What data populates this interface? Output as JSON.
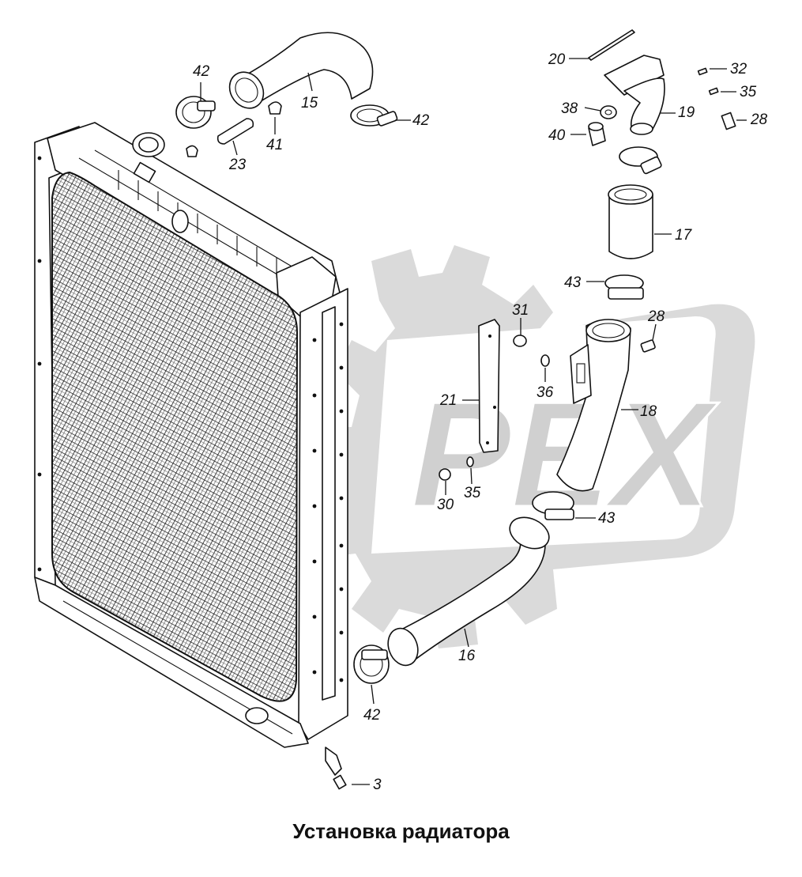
{
  "caption": "Установка радиатора",
  "watermark": {
    "text": "PEX",
    "color": "#cfcfcf"
  },
  "callouts": [
    "42",
    "15",
    "42",
    "41",
    "23",
    "20",
    "32",
    "35",
    "38",
    "19",
    "28",
    "40",
    "17",
    "43",
    "31",
    "28",
    "36",
    "21",
    "18",
    "30",
    "35",
    "43",
    "16",
    "42",
    "3"
  ]
}
